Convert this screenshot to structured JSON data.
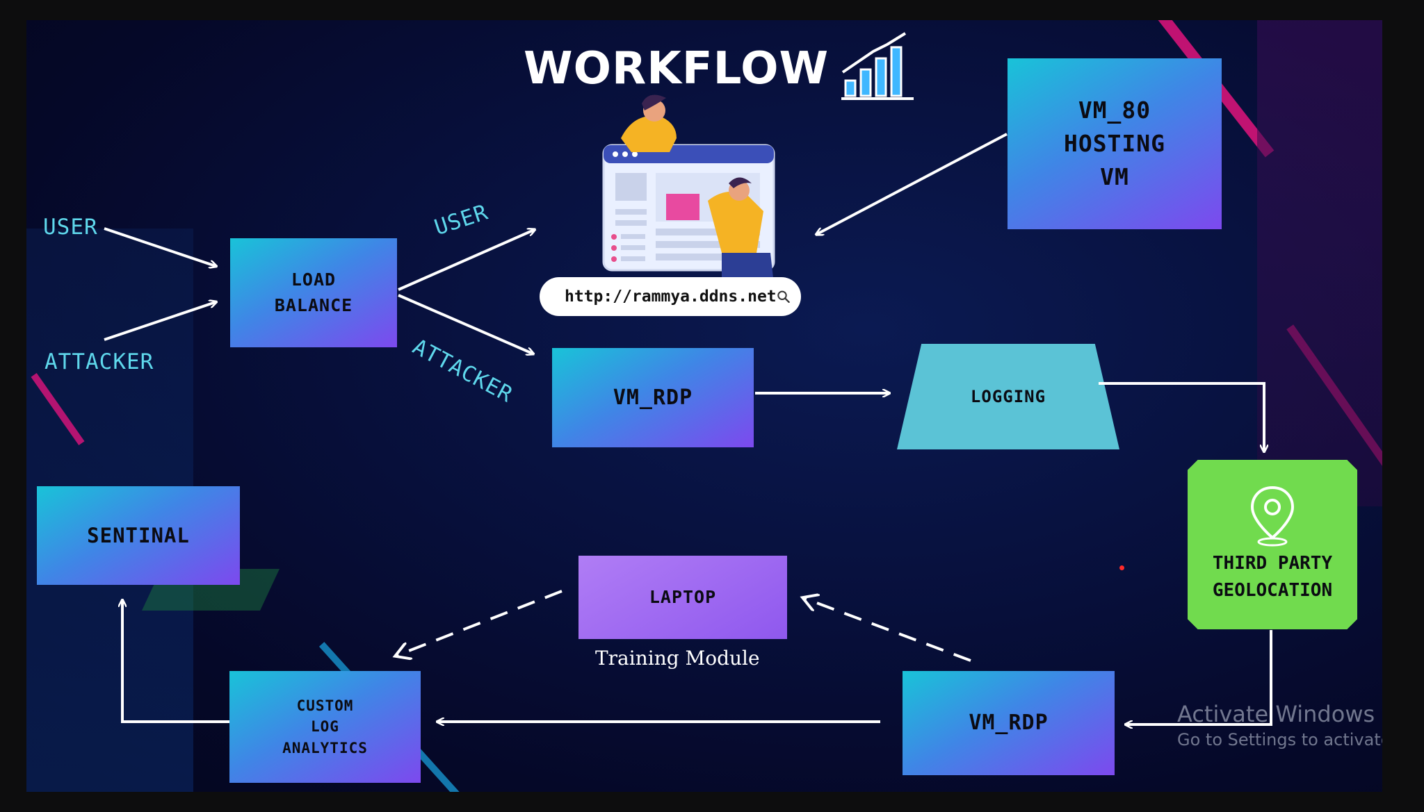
{
  "title": "WORKFLOW",
  "url_bar": {
    "text": "http://rammya.ddns.net"
  },
  "nodes": {
    "load_balance": "LOAD\nBALANCE",
    "vm_80": "VM_80\nHOSTING\nVM",
    "vm_rdp_top": "VM_RDP",
    "logging": "LOGGING",
    "third_party": "THIRD PARTY\nGEOLOCATION",
    "sentinal": "SENTINAL",
    "laptop": "LAPTOP",
    "custom_log": "CUSTOM\nLOG\nANALYTICS",
    "vm_rdp_bottom": "VM_RDP"
  },
  "edge_labels": {
    "user_in": "USER",
    "attacker_in": "ATTACKER",
    "user_out": "USER",
    "attacker_out": "ATTACKER"
  },
  "caption": "Training Module",
  "watermark": {
    "title": "Activate Windows",
    "subtitle": "Go to Settings to activate"
  },
  "colors": {
    "cyan_label": "#5fd8ec",
    "box_grad_start": "#19c3d8",
    "box_grad_end": "#7d49ee",
    "logging": "#5bc3d6",
    "geolocation": "#71db4e",
    "laptop": "#a46af2"
  },
  "icons": [
    "bar-chart-icon",
    "search-icon",
    "location-pin-icon",
    "people-at-website-illustration"
  ]
}
